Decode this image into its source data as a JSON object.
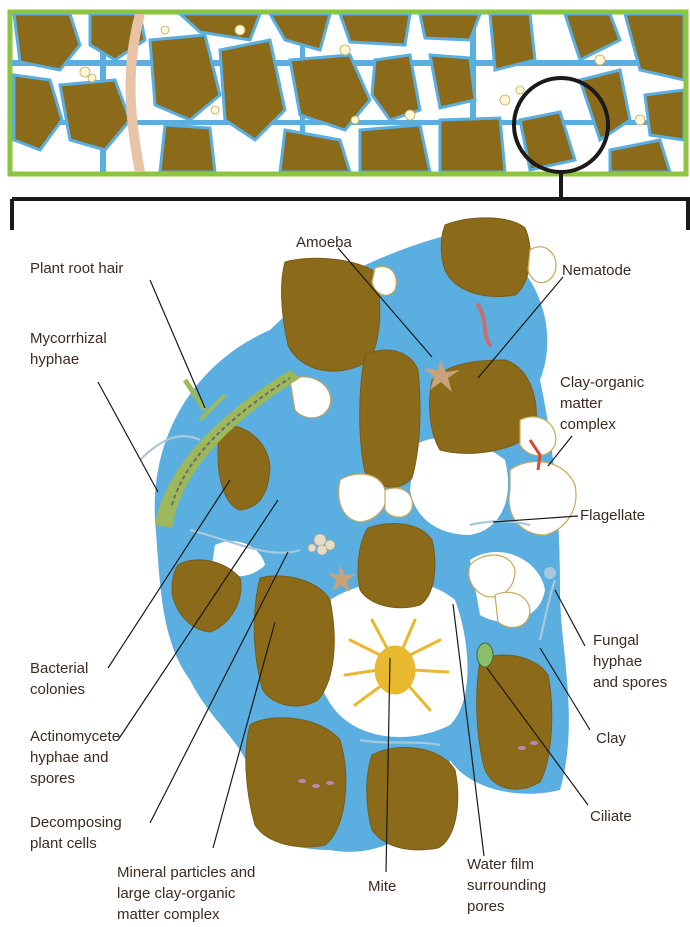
{
  "colors": {
    "particle": "#8b6a1a",
    "water": "#5aaee0",
    "frame": "#8cc63f",
    "root": "#9cb85a",
    "text": "#3d2b1f",
    "mite": "#e8b830"
  },
  "labels": {
    "plant_root_hair": "Plant root hair",
    "mycorrhizal_hyphae": "Mycorrhizal\nhyphae",
    "amoeba": "Amoeba",
    "nematode": "Nematode",
    "clay_organic": "Clay-organic\nmatter\ncomplex",
    "flagellate": "Flagellate",
    "fungal": "Fungal\nhyphae\nand spores",
    "clay": "Clay",
    "ciliate": "Ciliate",
    "bacterial": "Bacterial\ncolonies",
    "actinomycete": "Actinomycete\nhyphae and\nspores",
    "decomposing": "Decomposing\nplant cells",
    "mineral": "Mineral particles and\nlarge clay-organic\nmatter complex",
    "mite": "Mite",
    "water_film": "Water film\nsurrounding\npores"
  }
}
